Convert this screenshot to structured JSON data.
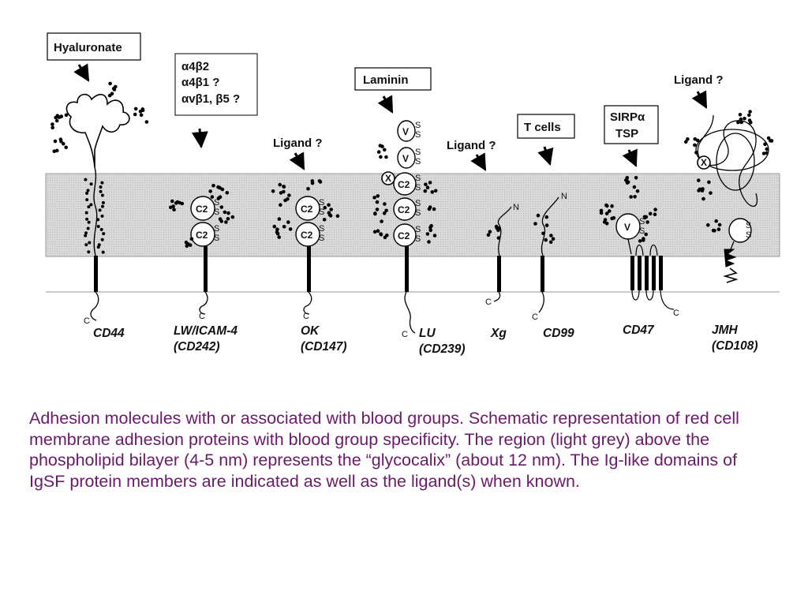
{
  "boxes": {
    "hyaluronate": "Hyaluronate",
    "integrin_1": "α4β2",
    "integrin_2": "α4β1 ?",
    "integrin_3": "αvβ1, β5 ?",
    "laminin": "Laminin",
    "t_cells": "T cells",
    "sirp_1": "SIRPα",
    "sirp_2": "TSP"
  },
  "ligand_labels": {
    "ok": "Ligand ?",
    "xg": "Ligand ?",
    "jmh": "Ligand ?"
  },
  "domains": {
    "c2": "C2",
    "v": "V",
    "x": "X",
    "ss": "S",
    "n": "N",
    "c": "C"
  },
  "proteins": [
    {
      "name": "CD44",
      "alt": ""
    },
    {
      "name": "LW/ICAM-4",
      "alt": "(CD242)"
    },
    {
      "name": "OK",
      "alt": "(CD147)"
    },
    {
      "name": "LU",
      "alt": "(CD239)"
    },
    {
      "name": "Xg",
      "alt": ""
    },
    {
      "name": "CD99",
      "alt": ""
    },
    {
      "name": "CD47",
      "alt": ""
    },
    {
      "name": "JMH",
      "alt": "(CD108)"
    }
  ],
  "caption": "Adhesion molecules with or associated with blood groups. Schematic representation of red cell membrane adhesion proteins with blood group specificity. The region (light grey) above the phospholipid bilayer (4-5 nm) represents the “glycocalix” (about 12 nm). The Ig-like domains of IgSF protein members are indicated as well as the ligand(s) when known."
}
